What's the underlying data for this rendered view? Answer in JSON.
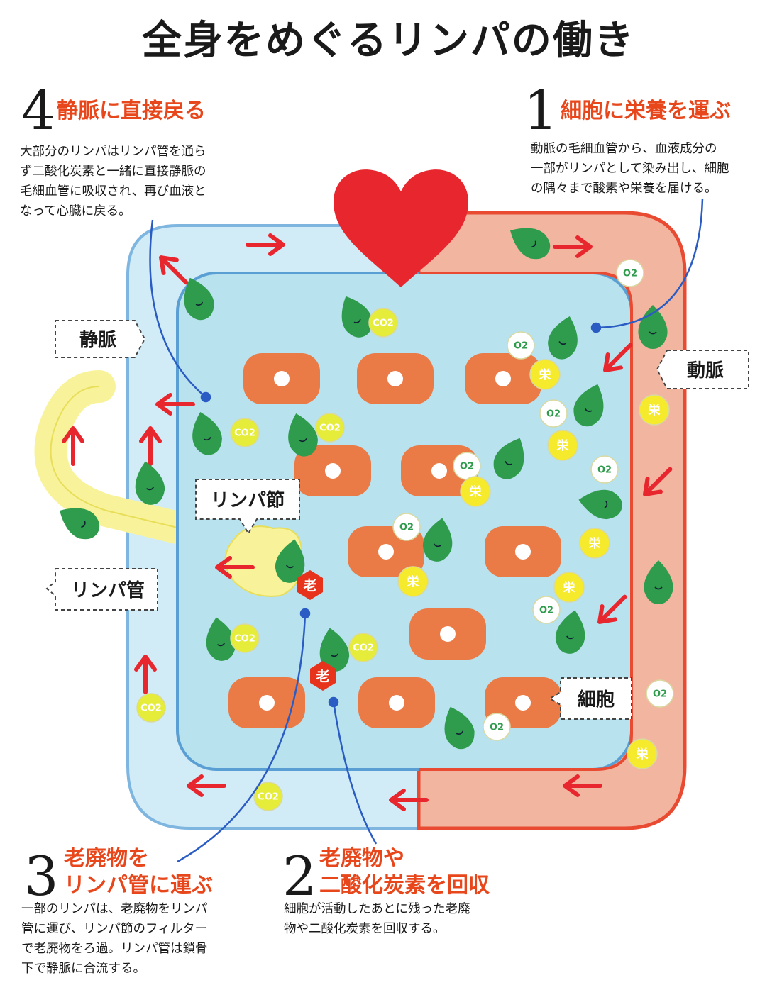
{
  "title": "全身をめぐるリンパの働き",
  "steps": [
    {
      "num": "1",
      "title_lines": [
        "細胞に栄養を運ぶ"
      ],
      "desc_lines": [
        "動脈の毛細血管から、血液成分の",
        "一部がリンパとして染み出し、細胞",
        "の隅々まで酸素や栄養を届ける。"
      ]
    },
    {
      "num": "2",
      "title_lines": [
        "老廃物や",
        "二酸化炭素を回収"
      ],
      "desc_lines": [
        "細胞が活動したあとに残った老廃",
        "物や二酸化炭素を回収する。"
      ]
    },
    {
      "num": "3",
      "title_lines": [
        "老廃物を",
        "リンパ管に運ぶ"
      ],
      "desc_lines": [
        "一部のリンパは、老廃物をリンパ",
        "管に運び、リンパ節のフィルター",
        "で老廃物をろ過。リンパ管は鎖骨",
        "下で静脈に合流する。"
      ]
    },
    {
      "num": "4",
      "title_lines": [
        "静脈に直接戻る"
      ],
      "desc_lines": [
        "大部分のリンパはリンパ管を通ら",
        "ず二酸化炭素と一緒に直接静脈の",
        "毛細血管に吸収され、再び血液と",
        "なって心臓に戻る。"
      ]
    }
  ],
  "labels": {
    "vein": "静脈",
    "artery": "動脈",
    "lymph_node": "リンパ節",
    "lymph_vessel": "リンパ管",
    "cell": "細胞"
  },
  "markers": {
    "oxygen": "O2",
    "co2": "CO2",
    "nutrient": "栄",
    "waste": "老"
  },
  "colors": {
    "accent": "#e8471c",
    "heart": "#e8262e",
    "vein_blue": "#7fb6e0",
    "tissue": "#b8e2ee",
    "artery_pink": "#f2b5a0",
    "artery_red": "#e84a32",
    "cell": "#ea7b47",
    "lymph_yellow": "#f8f39a",
    "lymph_green": "#2f9b4c",
    "co2_yellow": "#e5ec3a",
    "nutrient_yellow": "#f6ea2c",
    "pointer_blue": "#2a5cc4"
  }
}
